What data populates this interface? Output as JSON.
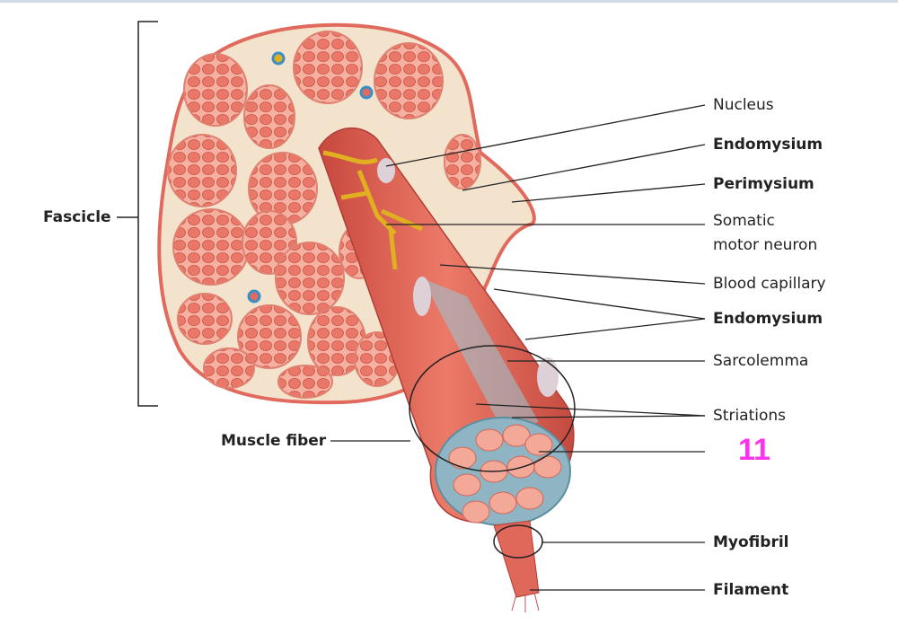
{
  "labels": {
    "fascicle": "Fascicle",
    "muscle_fiber": "Muscle fiber",
    "nucleus": "Nucleus",
    "endomysium_1": "Endomysium",
    "perimysium": "Perimysium",
    "somatic_line1": "Somatic",
    "somatic_line2": "motor neuron",
    "blood_capillary": "Blood capillary",
    "endomysium_2": "Endomysium",
    "sarcolemma": "Sarcolemma",
    "striations": "Striations",
    "answer_number": "11",
    "myofibril": "Myofibril",
    "filament": "Filament"
  },
  "colors": {
    "tissue_border": "#e06a5e",
    "connective": "#f3e3cc",
    "muscle": "#e0685a",
    "cells": "#f08a78",
    "nerve": "#e0b020",
    "vessel": "#3a8fc8",
    "highlight": "#ff33ee"
  }
}
